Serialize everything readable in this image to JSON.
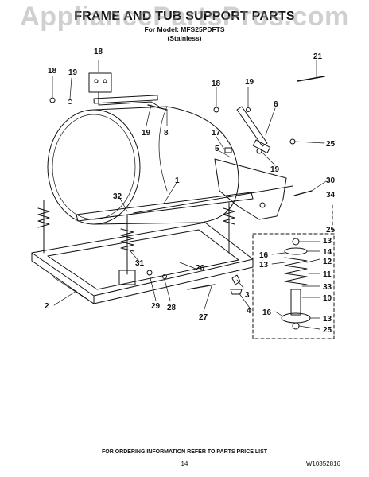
{
  "header": {
    "title": "FRAME AND TUB SUPPORT PARTS",
    "model_line": "For Model: MFS25PDFTS",
    "finish": "(Stainless)",
    "watermark": "AppliancePartsPros.com"
  },
  "callouts": [
    "18",
    "19",
    "18",
    "21",
    "18",
    "19",
    "6",
    "19",
    "8",
    "17",
    "5",
    "25",
    "19",
    "1",
    "30",
    "32",
    "34",
    "25",
    "13",
    "16",
    "14",
    "13",
    "12",
    "11",
    "31",
    "26",
    "33",
    "10",
    "3",
    "16",
    "13",
    "2",
    "29",
    "28",
    "4",
    "27",
    "25"
  ],
  "footer": {
    "ordering_note": "FOR ORDERING INFORMATION REFER TO PARTS PRICE LIST",
    "page_number": "14",
    "document_number": "W10352816"
  },
  "colors": {
    "line": "#111111",
    "watermark": "#969696",
    "background": "#ffffff"
  }
}
